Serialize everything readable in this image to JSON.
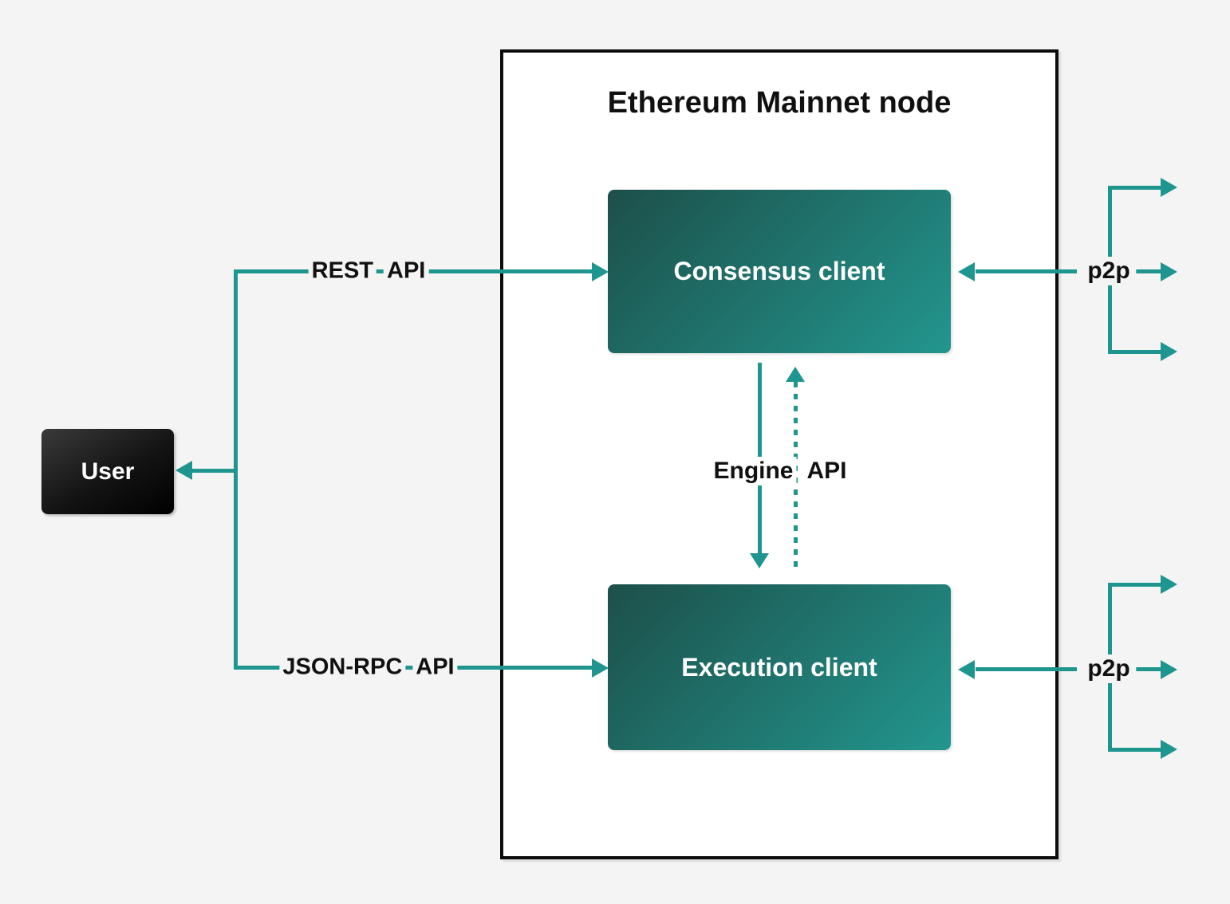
{
  "diagram": {
    "title": "Ethereum Mainnet node",
    "nodes": {
      "user": {
        "label": "User"
      },
      "consensus": {
        "label": "Consensus client"
      },
      "execution": {
        "label": "Execution client"
      }
    },
    "edges": {
      "rest_api": {
        "words": [
          "REST",
          "API"
        ]
      },
      "json_rpc_api": {
        "words": [
          "JSON-RPC",
          "API"
        ]
      },
      "engine_api": {
        "words": [
          "Engine",
          "API"
        ]
      },
      "p2p_consensus": {
        "label": "p2p"
      },
      "p2p_execution": {
        "label": "p2p"
      }
    },
    "colors": {
      "accent_teal": "#1e968f",
      "canvas_background": "#f4f4f4",
      "node_background": "#ffffff",
      "node_border": "#0c0c0c",
      "client_gradient_start": "#1d4f4a",
      "client_gradient_end": "#22968e",
      "user_box_gradient_start": "#3a3a3a",
      "user_box_gradient_end": "#000000",
      "label_text": "#111111",
      "box_text": "#ffffff"
    }
  }
}
